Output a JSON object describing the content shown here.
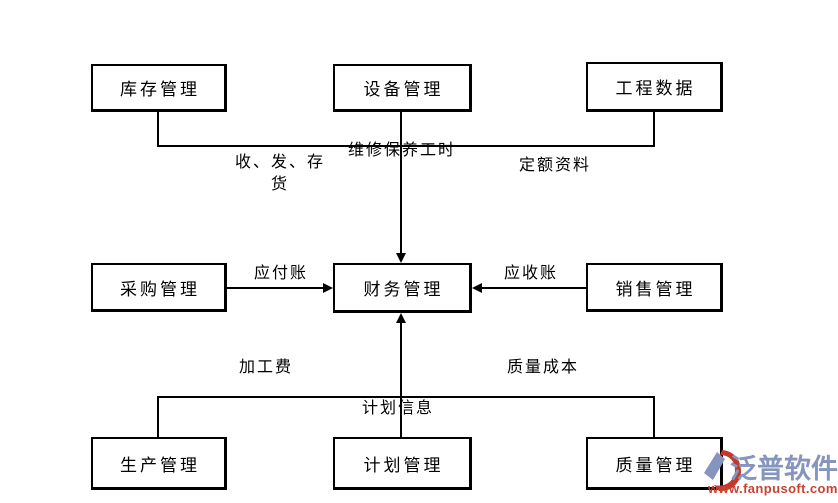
{
  "diagram": {
    "title_semantic": "ERP modules data-flow diagram centered on finance management",
    "nodes": [
      {
        "id": "inventory",
        "label": "库存管理"
      },
      {
        "id": "equipment",
        "label": "设备管理"
      },
      {
        "id": "engineering",
        "label": "工程数据"
      },
      {
        "id": "procurement",
        "label": "采购管理"
      },
      {
        "id": "finance",
        "label": "财务管理"
      },
      {
        "id": "sales",
        "label": "销售管理"
      },
      {
        "id": "production",
        "label": "生产管理"
      },
      {
        "id": "planning",
        "label": "计划管理"
      },
      {
        "id": "quality",
        "label": "质量管理"
      }
    ],
    "edge_labels": {
      "receive_issue_stock": {
        "line1": "收、发、存",
        "line2": "货"
      },
      "maintenance_hours": "维修保养工时",
      "quota_data": "定额资料",
      "accounts_payable": "应付账",
      "accounts_receivable": "应收账",
      "processing_fee": "加工费",
      "quality_cost": "质量成本",
      "plan_info": "计划信息"
    }
  },
  "watermark": {
    "brand": "泛普软件",
    "url": "www.fanpusoft.com",
    "brand_color": "#8695bd",
    "url_color": "#cc4133",
    "icon": "fanpu-logo-icon"
  }
}
